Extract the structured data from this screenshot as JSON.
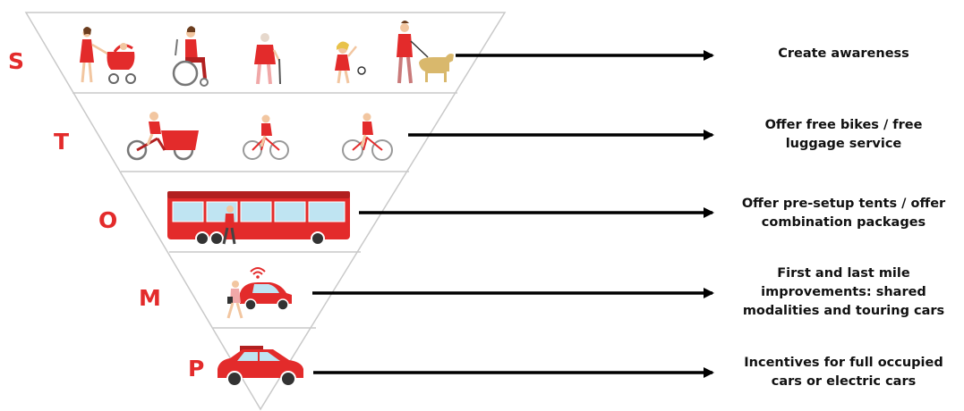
{
  "colors": {
    "accent": "#e32b2b",
    "outline": "#c9c9c9",
    "arrow": "#000000",
    "text": "#111111"
  },
  "levels": [
    {
      "letter": "S",
      "icons": [
        "pedestrian-with-stroller-icon",
        "wheelchair-user-icon",
        "elderly-walker-icon",
        "child-with-ball-icon",
        "person-with-guide-dog-icon"
      ],
      "label_lines": [
        "Create awareness"
      ]
    },
    {
      "letter": "T",
      "icons": [
        "cargo-bike-icon",
        "cyclist-icon",
        "cyclist-icon"
      ],
      "label_lines": [
        "Offer free bikes / free",
        "luggage service"
      ]
    },
    {
      "letter": "O",
      "icons": [
        "bus-icon",
        "bus-passenger-icon"
      ],
      "label_lines": [
        "Offer pre-setup tents / offer",
        "combination packages"
      ]
    },
    {
      "letter": "M",
      "icons": [
        "wifi-icon",
        "shared-car-icon",
        "person-walking-icon"
      ],
      "label_lines": [
        "First and last mile",
        "improvements: shared",
        "modalities and touring cars"
      ]
    },
    {
      "letter": "P",
      "icons": [
        "private-car-icon"
      ],
      "label_lines": [
        "Incentives for full occupied",
        "cars or electric cars"
      ]
    }
  ]
}
